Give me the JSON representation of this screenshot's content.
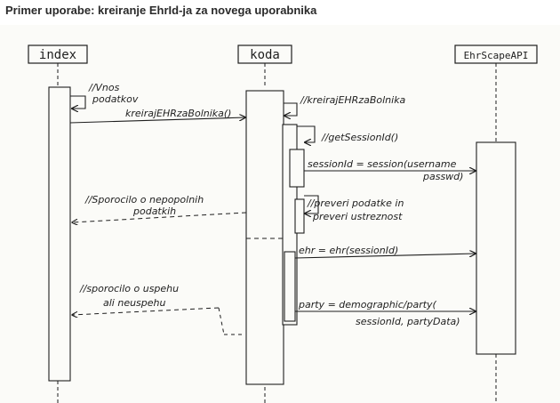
{
  "page": {
    "title": "Primer uporabe: kreiranje EhrId-ja za novega uporabnika"
  },
  "diagram": {
    "participants": [
      {
        "id": "index",
        "label": "index"
      },
      {
        "id": "koda",
        "label": "koda"
      },
      {
        "id": "api",
        "label": "EhrScapeAPI"
      }
    ],
    "messages": {
      "vnos": [
        "//Vnos",
        "podatkov"
      ],
      "kreiraj_call": "kreirajEHRzaBolnika()",
      "kreiraj_self": "//kreirajEHRzaBolnika",
      "get_session": "//getSessionId()",
      "session_line1": "sessionId = session(username",
      "session_line2": "passwd)",
      "sporocilo_nepopolnih": [
        "//Sporocilo o nepopolnih",
        "podatkih"
      ],
      "preveri": [
        "//preveri podatke in",
        "preveri ustreznost"
      ],
      "ehr_call": "ehr = ehr(sessionId)",
      "sporocilo_uspehu": [
        "//sporocilo o uspehu",
        "ali neuspehu"
      ],
      "party_line1": "party = demographic/party(",
      "party_line2": "sessionId, partyData)"
    }
  }
}
